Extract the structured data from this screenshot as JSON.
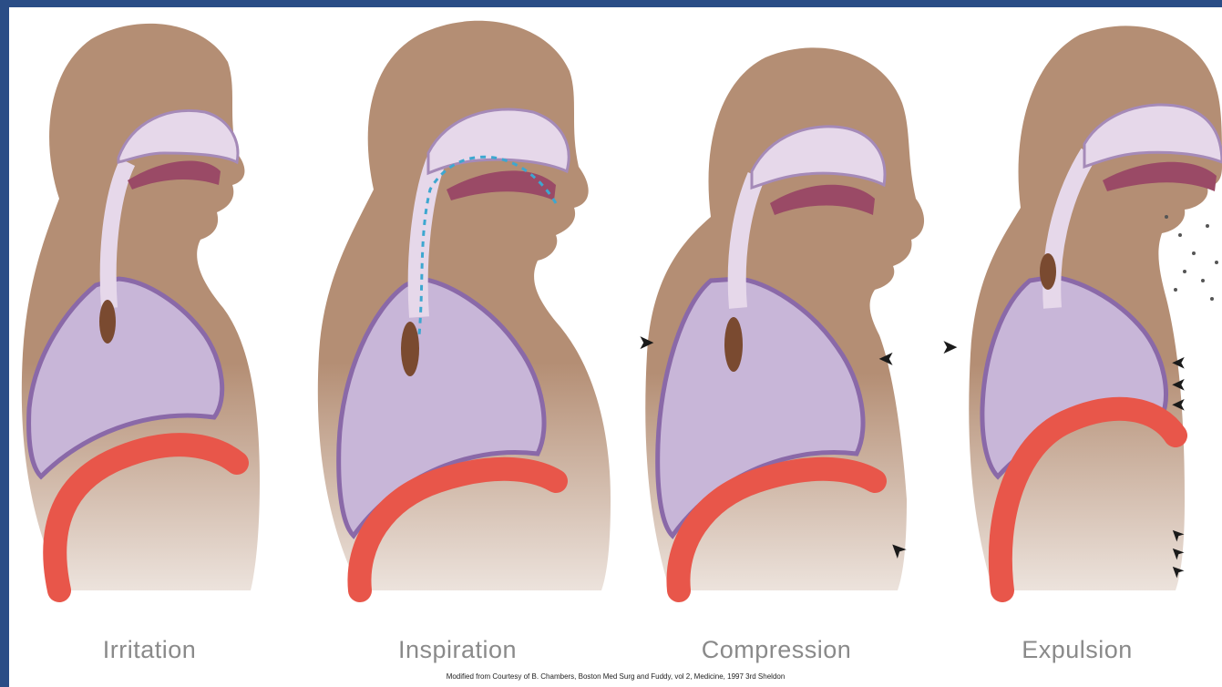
{
  "stages": [
    {
      "id": "irritation",
      "label": "Irritation"
    },
    {
      "id": "inspiration",
      "label": "Inspiration"
    },
    {
      "id": "compression",
      "label": "Compression"
    },
    {
      "id": "expulsion",
      "label": "Expulsion"
    }
  ],
  "credit": "Modified from Courtesy of B. Chambers, Boston Med Surg and Fuddy, vol 2, Medicine, 1997 3rd Sheldon",
  "colors": {
    "frame": "#2a4d86",
    "skin": "#b48e74",
    "lung": "#c8b6d8",
    "lung_outline": "#8a69a8",
    "airway": "#e6d8ea",
    "tongue": "#9a4a66",
    "diaphragm": "#e8564a",
    "mucus": "#7a4a30",
    "air": "#3da7d0",
    "arrow": "#1a1a1a",
    "label": "#8a8a8a"
  }
}
